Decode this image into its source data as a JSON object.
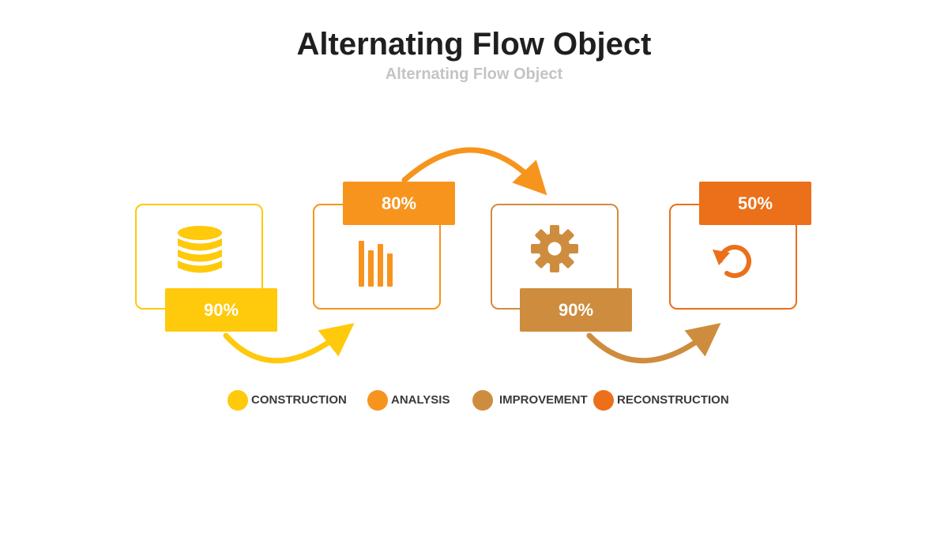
{
  "header": {
    "title": "Alternating Flow Object",
    "subtitle": "Alternating Flow Object"
  },
  "steps": [
    {
      "value": "90%",
      "icon": "database-icon",
      "color": "#FFC90C"
    },
    {
      "value": "80%",
      "icon": "bar-chart-icon",
      "color": "#F7941D"
    },
    {
      "value": "90%",
      "icon": "gear-icon",
      "color": "#CE8D3E"
    },
    {
      "value": "50%",
      "icon": "refresh-icon",
      "color": "#EC6F1A"
    }
  ],
  "legend": [
    {
      "label": "CONSTRUCTION",
      "color": "#FFC90C"
    },
    {
      "label": "ANALYSIS",
      "color": "#F7941D"
    },
    {
      "label": "IMPROVEMENT",
      "color": "#CE8D3E"
    },
    {
      "label": "RECONSTRUCTION",
      "color": "#EC6F1A"
    }
  ]
}
